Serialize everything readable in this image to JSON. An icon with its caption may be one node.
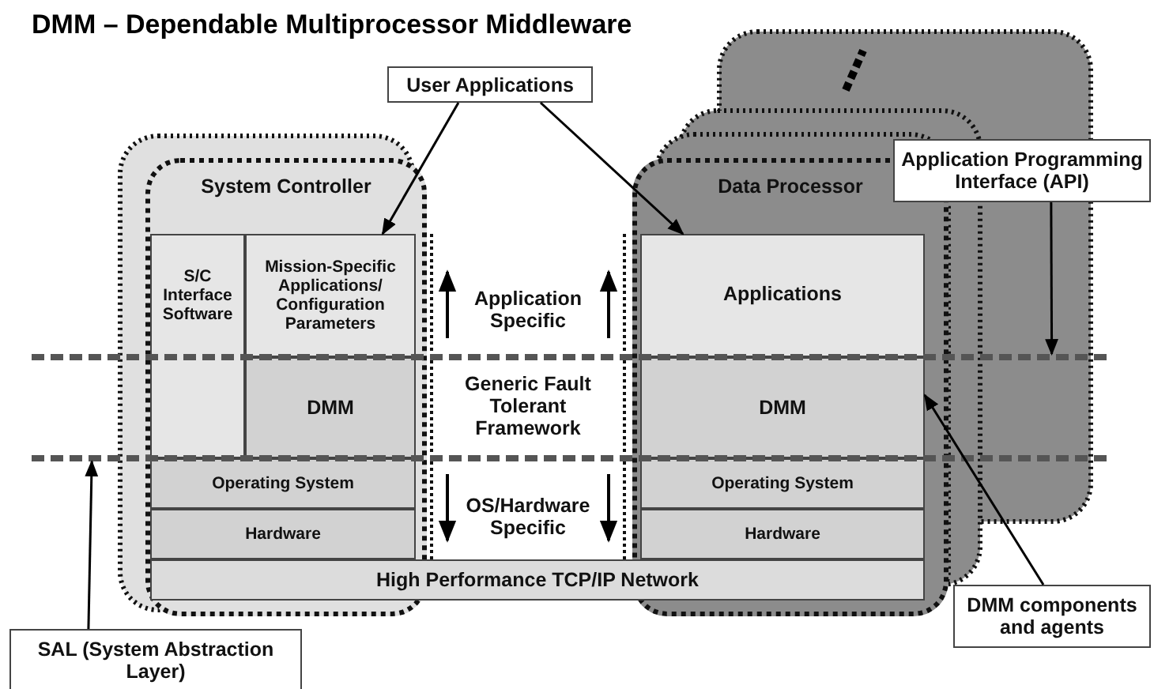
{
  "diagram": {
    "title": "DMM – Dependable Multiprocessor Middleware",
    "nodes": [
      {
        "text": [
          "System Controller"
        ]
      },
      {
        "text": [
          "S/C Interface Software"
        ],
        "in": 0
      },
      {
        "text": [
          "Mission-Specific Applications/ Configuration Parameters"
        ],
        "in": 0
      },
      {
        "text": [
          "DMM"
        ],
        "in": 0
      },
      {
        "text": [
          "Operating System"
        ],
        "in": 0
      },
      {
        "text": [
          "Hardware"
        ],
        "in": 0
      },
      {
        "text": [
          "Data Processor"
        ]
      },
      {
        "text": [
          "Applications"
        ],
        "in": 6
      },
      {
        "text": [
          "DMM"
        ],
        "in": 6
      },
      {
        "text": [
          "Operating System"
        ],
        "in": 6
      },
      {
        "text": [
          "Hardware"
        ],
        "in": 6
      },
      {
        "text": [
          "High Performance TCP/IP Network"
        ]
      },
      {
        "text": [
          "User Applications"
        ]
      },
      {
        "text": [
          "Application Programming Interface (API)"
        ]
      },
      {
        "text": [
          "DMM components and agents"
        ]
      },
      {
        "text": [
          "SAL (System Abstraction Layer)"
        ]
      },
      {
        "text": [],
        "shape": "line"
      },
      {
        "text": [],
        "shape": "line"
      }
    ],
    "edges": [
      {
        "from": 12,
        "to": 2,
        "arrow": "to"
      },
      {
        "from": 12,
        "to": 7,
        "arrow": "to"
      },
      {
        "from": 13,
        "to": 16,
        "arrow": "to"
      },
      {
        "from": 14,
        "to": 8,
        "arrow": "to"
      },
      {
        "from": 15,
        "to": 17,
        "arrow": "to"
      }
    ],
    "labels": [
      "Application Specific",
      "Generic Fault Tolerant Framework",
      "OS/Hardware Specific"
    ]
  }
}
